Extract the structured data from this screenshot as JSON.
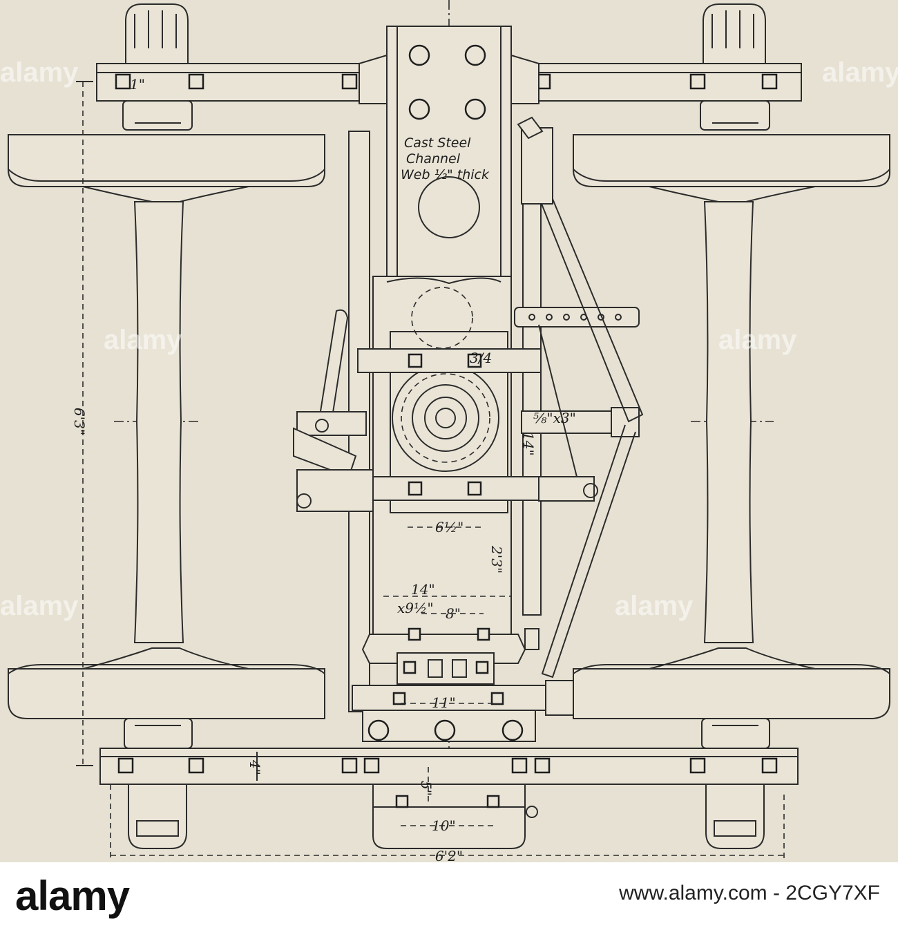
{
  "diagram": {
    "note_lines": [
      "Cast Steel",
      "Channel",
      "Web ½\" thick"
    ],
    "dims": {
      "one_inch": "1\"",
      "wheelbase": "6'3\"",
      "gauge": "6'2\"",
      "d14_short": "14\"",
      "d14": "14\"",
      "d9half": "x9½\"",
      "d8": "8\"",
      "d6half": "6½\"",
      "d2_3": "2'3\"",
      "d11": "11\"",
      "d4": "4\"",
      "d5": "5\"",
      "d10": "10\"",
      "d3_4": "3/4",
      "d_bar": "⅝\"x3\""
    }
  },
  "watermark": {
    "text": "alamy"
  },
  "footer": {
    "brand": "alamy",
    "stock_id": "www.alamy.com - 2CGY7XF"
  }
}
